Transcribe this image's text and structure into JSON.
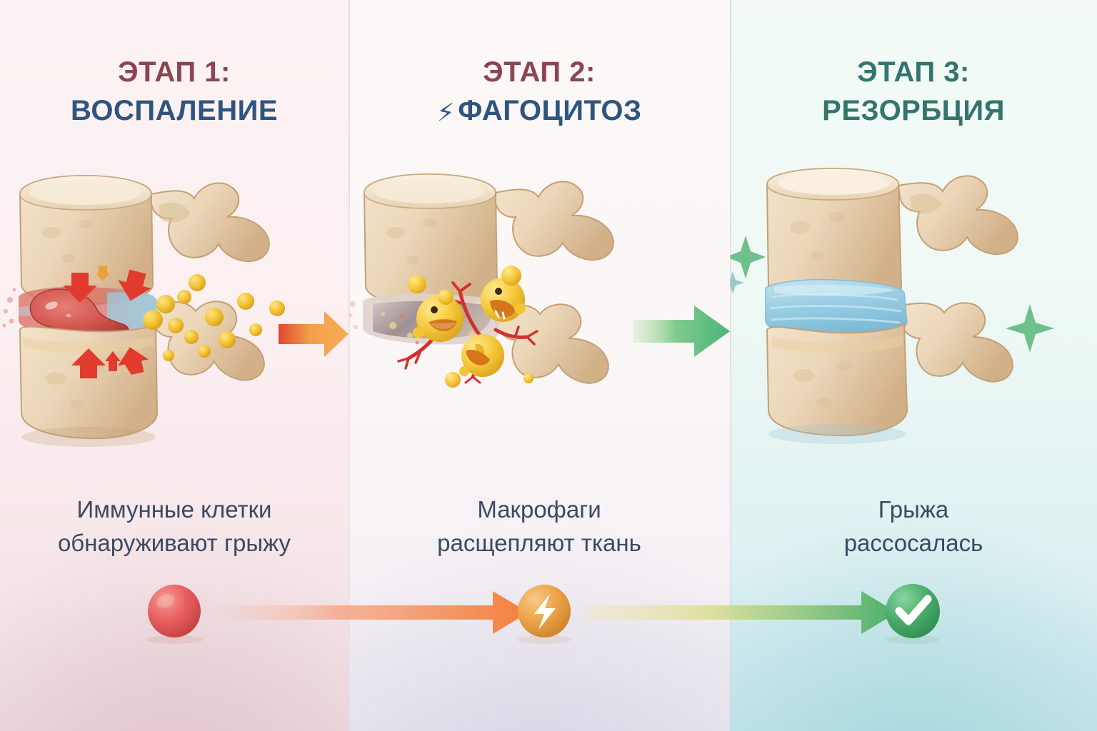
{
  "panels": [
    {
      "id": "inflammation",
      "stage_label": "ЭТАП 1:",
      "name_label": "ВОСПАЛЕНИЕ",
      "bolt": "",
      "caption_line1": "Иммунные клетки",
      "caption_line2": "обнаруживают грыжу",
      "status_icon": "red-sphere-icon",
      "status_glyph": "",
      "bg_tint": "#fdf2f3",
      "stage_color": "#8d4450",
      "name_color": "#2e5480",
      "status_color": "#e8605e"
    },
    {
      "id": "phagocytosis",
      "stage_label": "ЭТАП 2:",
      "name_label": "ФАГОЦИТОЗ",
      "bolt": "⚡",
      "caption_line1": "Макрофаги",
      "caption_line2": "расщепляют ткань",
      "status_icon": "lightning-bolt-circle-icon",
      "status_glyph": "⚡",
      "bg_tint": "#fdf8f8",
      "stage_color": "#8d4450",
      "name_color": "#2e5480",
      "status_color": "#eda54a"
    },
    {
      "id": "resorption",
      "stage_label": "ЭТАП 3:",
      "name_label": "РЕЗОРБЦИЯ",
      "bolt": "",
      "caption_line1": "Грыжа",
      "caption_line2": "рассосалась",
      "status_icon": "green-check-circle-icon",
      "status_glyph": "✔",
      "bg_tint": "#f3faf6",
      "stage_color": "#33756c",
      "name_color": "#33756c",
      "status_color": "#4caf6d"
    }
  ],
  "colors": {
    "bone_light": "#f0dec4",
    "bone_mid": "#e3cba7",
    "bone_shadow": "#caa87e",
    "bone_edge": "#b8946b",
    "disc_healthy": "#a9d5e8",
    "disc_healthy_deep": "#7fbcd8",
    "disc_inflamed": "#d9564f",
    "disc_degraded": "#9b8b90",
    "immune_cell": "#f5c534",
    "immune_cell_deep": "#e0a61f",
    "macrophage_mouth": "#d4761b",
    "vessel_red": "#d2322c",
    "arrow_red": "#e03b2e",
    "arrow_orange": "#f29d3d",
    "arrow_green": "#4cb97a",
    "sparkle_green": "#6ec08c",
    "text_caption": "#3b4a63"
  },
  "arrows": {
    "mid_arrow_1": "orange-gradient-arrow",
    "mid_arrow_2": "green-gradient-arrow",
    "status_arrow_1": "orange-gradient-arrow",
    "status_arrow_2": "yellow-green-gradient-arrow"
  },
  "decor": {
    "sparkles": [
      "sparkle-large",
      "sparkle-small",
      "sparkle-right"
    ]
  }
}
